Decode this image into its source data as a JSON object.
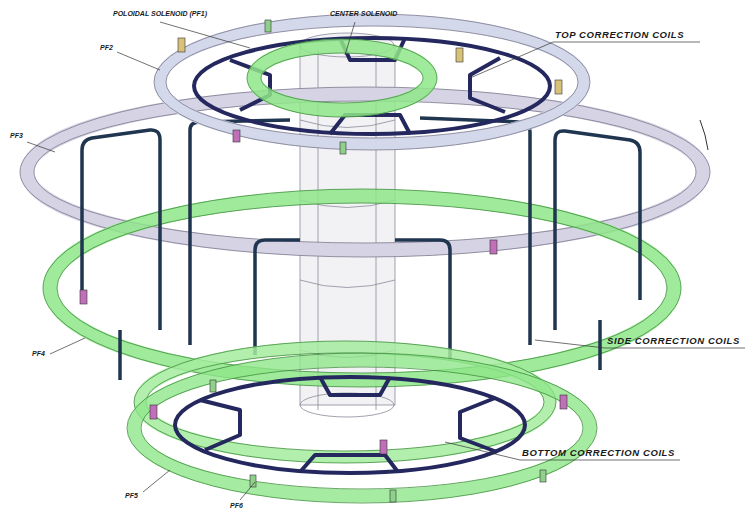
{
  "diagram": {
    "labels": [
      "POLOIDAL SOLENOID (PF1)",
      "CENTER SOLENOID",
      "PF2",
      "TOP CORRECTION COILS",
      "PF3",
      "SIDE CORRECTION COILS",
      "PF4",
      "BOTTOM CORRECTION COILS",
      "PF5",
      "PF6"
    ]
  }
}
